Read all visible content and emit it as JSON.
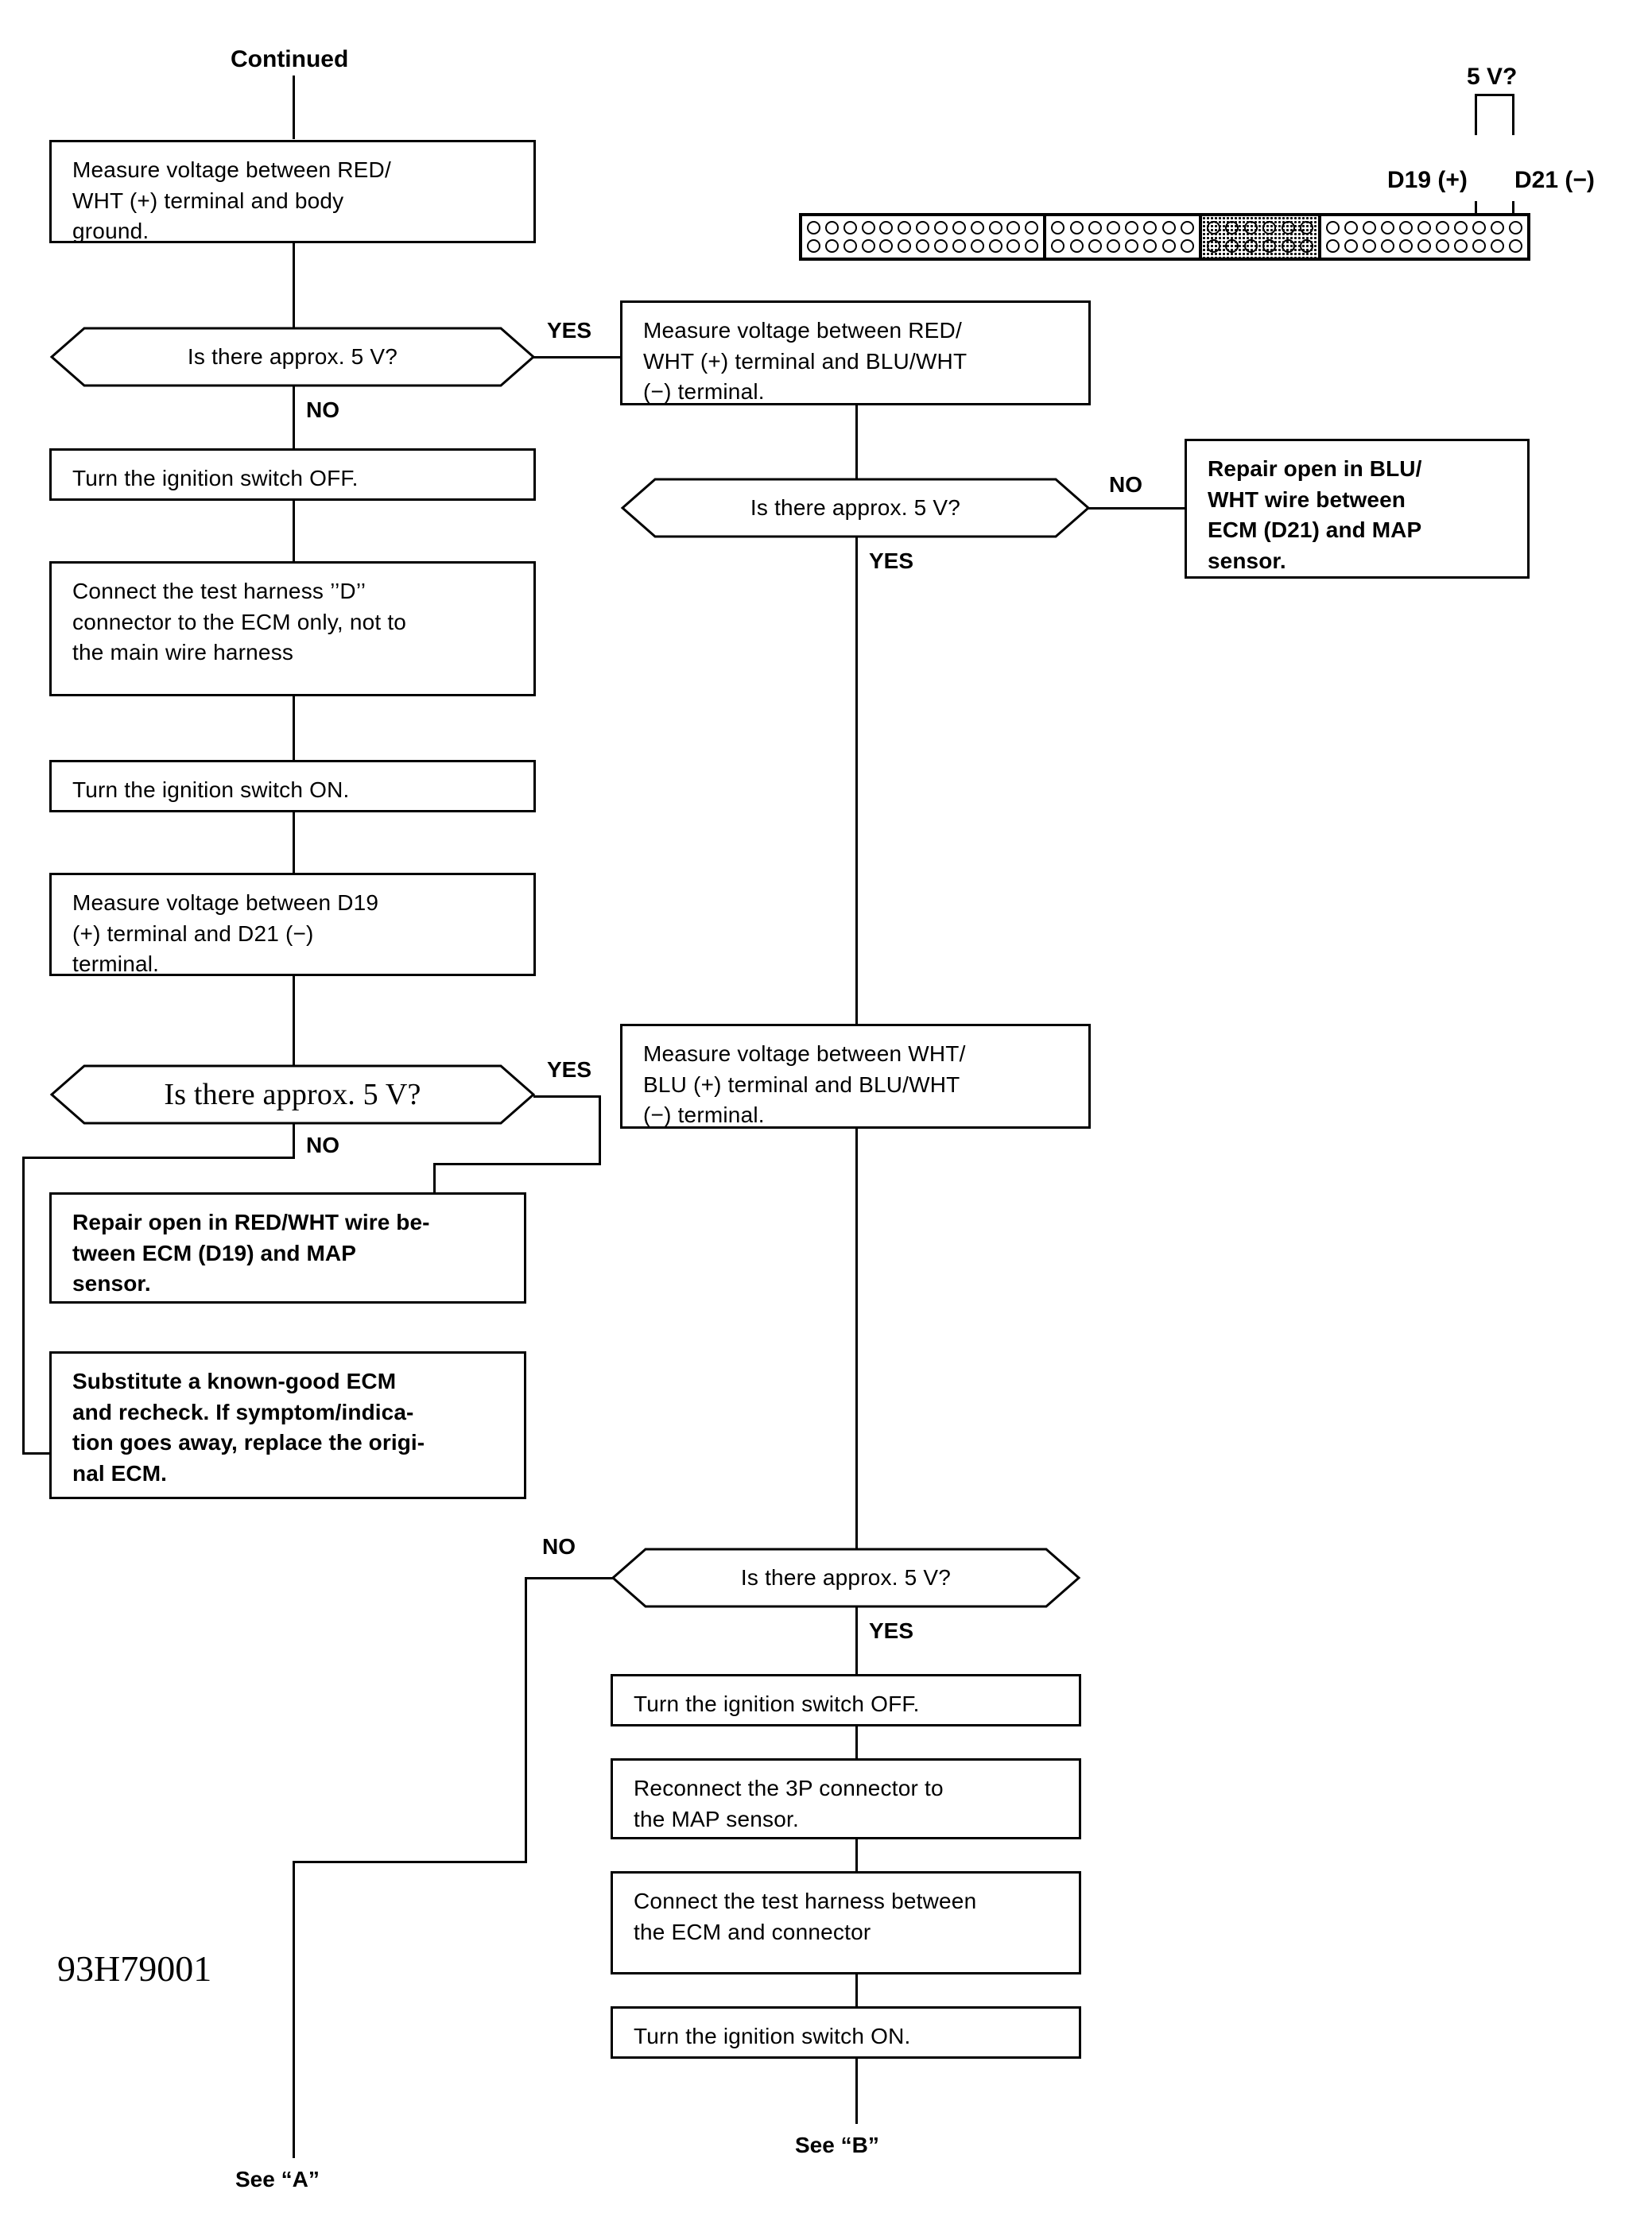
{
  "document": {
    "part_number": "93H79001"
  },
  "entry": {
    "label": "Continued"
  },
  "connector_panel": {
    "voltage_label": "5 V?",
    "terminal_positive": "D19 (+)",
    "terminal_negative": "D21 (−)",
    "segments": [
      {
        "name": "segment-1",
        "pins_per_row": 13,
        "rows": 2,
        "shaded": false
      },
      {
        "name": "segment-2",
        "pins_per_row": 8,
        "rows": 2,
        "shaded": false
      },
      {
        "name": "segment-3",
        "pins_per_row": 6,
        "rows": 2,
        "shaded": true
      },
      {
        "name": "segment-4",
        "pins_per_row": 11,
        "rows": 2,
        "shaded": false
      }
    ]
  },
  "branch_labels": {
    "yes": "YES",
    "no": "NO"
  },
  "left_column": {
    "step_measure_red_body": "Measure voltage between RED/\nWHT (+) terminal and body\nground.",
    "decision_5v_1": "Is there approx. 5 V?",
    "step_ignition_off": "Turn the ignition switch OFF.",
    "step_connect_harness_d": "Connect the test harness ’’D’’\nconnector to the ECM only, not to\nthe main wire harness",
    "step_ignition_on": "Turn the ignition switch ON.",
    "step_measure_d19_d21": "Measure voltage between D19\n(+) terminal and D21 (−)\nterminal.",
    "decision_5v_2": "Is there approx. 5 V?",
    "result_repair_red_wht": "Repair open in RED/WHT wire be-\ntween ECM (D19) and MAP\nsensor.",
    "result_substitute_ecm": "Substitute a known-good ECM\nand recheck. If symptom/indica-\ntion goes away, replace the origi-\nnal ECM."
  },
  "right_column": {
    "step_measure_red_blu": "Measure voltage between RED/\nWHT (+) terminal and BLU/WHT\n(−) terminal.",
    "decision_5v_3": "Is there approx. 5 V?",
    "result_repair_blu_wht": "Repair open in BLU/\nWHT wire between\nECM (D21) and MAP\nsensor.",
    "step_measure_wht_blu": "Measure voltage between WHT/\nBLU (+) terminal and BLU/WHT\n(−) terminal.",
    "decision_5v_4": "Is there approx. 5 V?",
    "step_ignition_off_2": "Turn the ignition switch OFF.",
    "step_reconnect_3p": "Reconnect the 3P connector to\nthe MAP sensor.",
    "step_connect_harness_ecm": "Connect the test harness between\nthe ECM and connector",
    "step_ignition_on_2": "Turn the ignition switch ON."
  },
  "exits": {
    "see_a": "See “A”",
    "see_b": "See “B”"
  }
}
